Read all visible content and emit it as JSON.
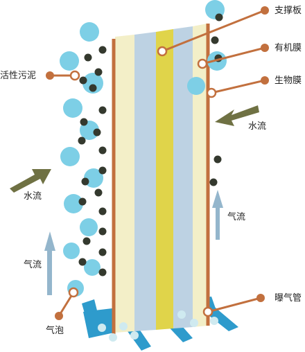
{
  "labels": {
    "support_plate": "支撑板",
    "organic_membrane": "有机膜",
    "biofilm": "生物膜",
    "activated_sludge": "活性污泥",
    "water_flow_right": "水流",
    "water_flow_left": "水流",
    "air_flow_right": "气流",
    "air_flow_left": "气流",
    "aeration_pipe": "曝气管",
    "bubble": "气泡"
  },
  "colors": {
    "callout": "#c2703e",
    "support_plate": "#c2703e",
    "biofilm_layer": "#f3efc8",
    "organic_layer": "#bdd2e3",
    "center_layer": "#e0d44a",
    "bubble": "#7dcfe6",
    "small_bubble": "#cfeaf0",
    "sludge_dot": "#34392e",
    "water_arrow": "#6f7143",
    "air_arrow": "#94b6cc",
    "aeration_pipe": "#2e9bcc"
  },
  "icons": {
    "water_flow": "arrow-icon",
    "air_flow": "up-arrow-icon",
    "callout_marker": "circle-marker-icon"
  }
}
